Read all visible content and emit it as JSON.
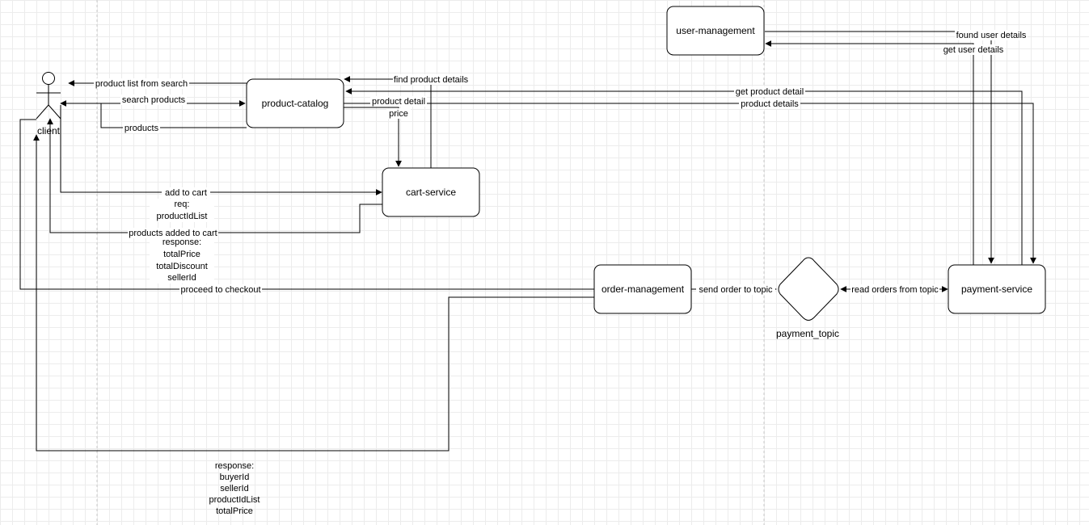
{
  "actor": {
    "label": "client"
  },
  "nodes": {
    "product_catalog": "product-catalog",
    "cart_service": "cart-service",
    "user_management": "user-management",
    "order_management": "order-management",
    "payment_topic": "payment_topic",
    "payment_service": "payment-service"
  },
  "edges": {
    "product_list_from_search": "product list from search",
    "search_products": "search products",
    "products": "products",
    "find_product_details": "find product details",
    "product_detail": "product detail",
    "price": "price",
    "get_product_detail": "get product detail",
    "product_details": "product details",
    "found_user_details": "found user details",
    "get_user_details": "get user details",
    "add_to_cart": "add to cart",
    "add_to_cart_req": [
      "req:",
      "productIdList"
    ],
    "products_added_to_cart": "products added to cart",
    "cart_response": [
      "response:",
      "totalPrice",
      "totalDiscount",
      "sellerId"
    ],
    "proceed_to_checkout": "proceed to checkout",
    "send_order_to_topic": "send order to topic",
    "read_orders_from_topic": "read orders from topic",
    "order_response": [
      "response:",
      "buyerId",
      "sellerId",
      "productIdList",
      "totalPrice"
    ]
  }
}
